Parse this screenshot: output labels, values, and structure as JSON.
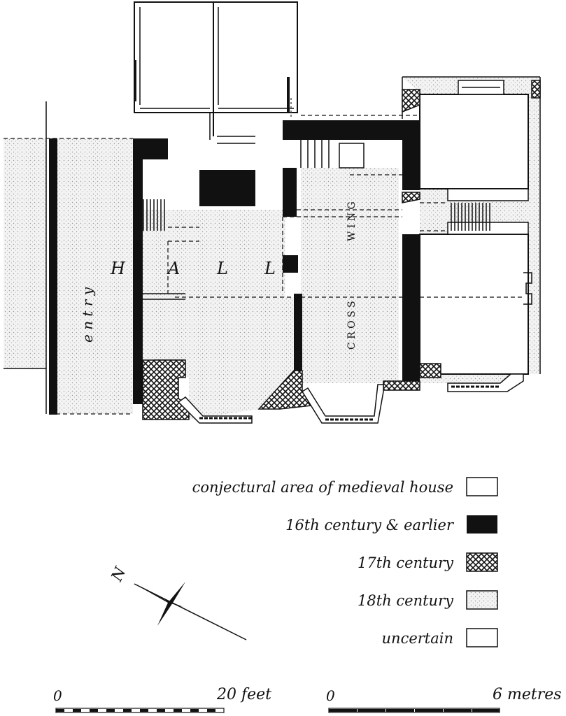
{
  "plan": {
    "room_labels": {
      "entry": "e n t r y",
      "hall_h": "H",
      "hall_a": "A",
      "hall_l1": "L",
      "hall_l2": "L",
      "cross": "C R O S S",
      "wing": "W I N G"
    }
  },
  "legend": {
    "items": [
      {
        "label": "conjectural area of medieval house",
        "pattern": "outline"
      },
      {
        "label": "16th century & earlier",
        "pattern": "solid"
      },
      {
        "label": "17th century",
        "pattern": "crosshatch"
      },
      {
        "label": "18th century",
        "pattern": "stipple"
      },
      {
        "label": "uncertain",
        "pattern": "outline"
      }
    ]
  },
  "north_arrow": {
    "label": "N"
  },
  "scales": {
    "feet": {
      "start": "0",
      "end": "20 feet"
    },
    "metres": {
      "start": "0",
      "end": "6 metres"
    }
  },
  "colors": {
    "ink": "#111111",
    "stipple": "#c9c9c9",
    "paper": "#ffffff"
  }
}
